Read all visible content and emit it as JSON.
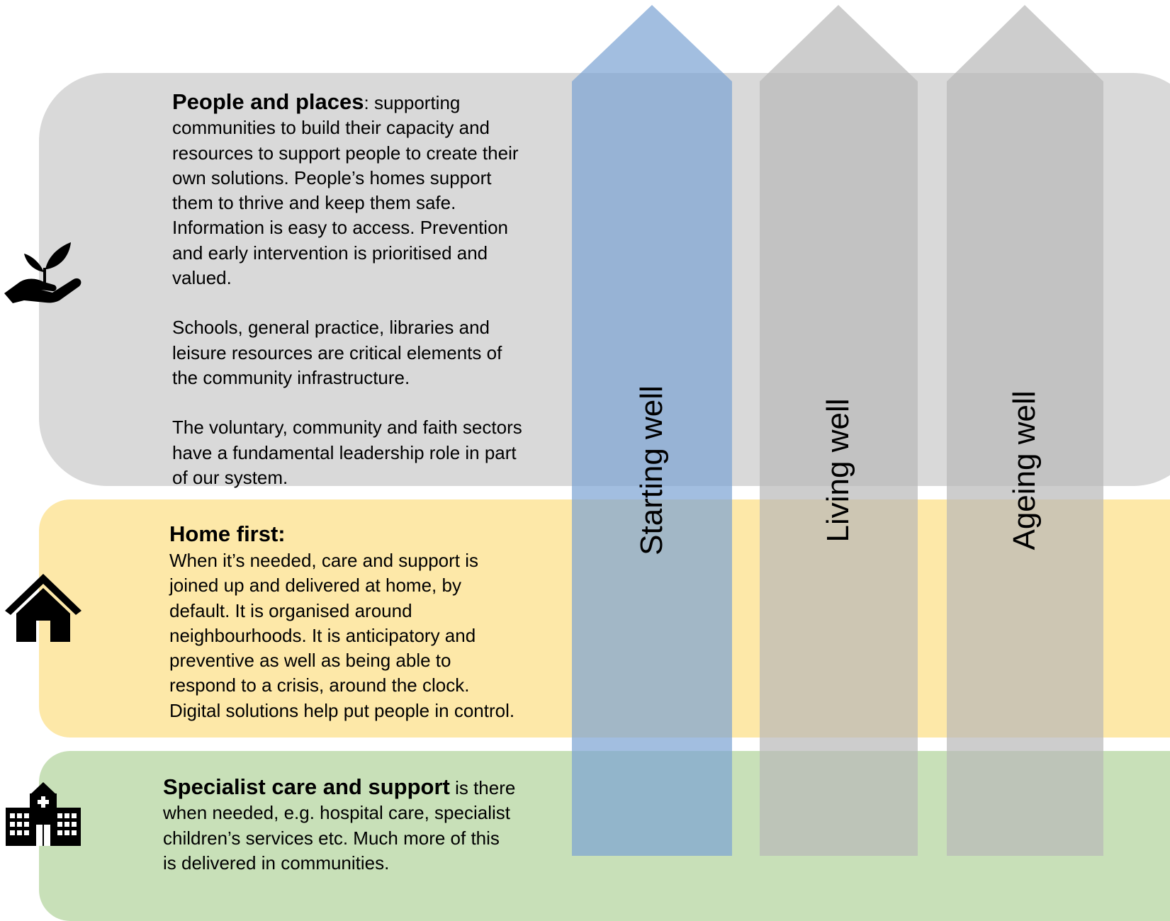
{
  "colors": {
    "people_band": "#d9d9d9",
    "home_band": "#fde8a8",
    "specialist_band": "#c8e0b8",
    "starting_arrow": "#7ba3d3",
    "grey_arrow": "#b8b8b8"
  },
  "sections": {
    "people": {
      "heading": "People and places",
      "lead_rest": ": supporting\ncommunities to build their capacity and\nresources to support people to create their\nown solutions.  People’s homes support\nthem to thrive and keep them safe.\nInformation is easy to access.  Prevention\nand early intervention is prioritised and\nvalued.",
      "para2": "Schools, general practice, libraries and\nleisure resources are critical elements of\nthe community infrastructure.",
      "para3": "The voluntary, community and faith sectors\nhave a fundamental leadership role in part\nof our system.",
      "icon": "hand-plant-icon"
    },
    "home": {
      "heading": "Home first:",
      "body": "When it’s needed, care and support is\njoined up and delivered at home, by\ndefault.  It is organised around\nneighbourhoods.  It is anticipatory and\npreventive as well as being able to\nrespond to a crisis, around the clock.\nDigital solutions help put people in control.",
      "icon": "house-icon"
    },
    "specialist": {
      "heading": "Specialist care and support",
      "body_first": "  is there",
      "body": "when needed, e.g. hospital care, specialist\nchildren’s services etc.  Much more of this\nis delivered in communities.",
      "icon": "hospital-icon"
    }
  },
  "arrows": [
    {
      "label": "Starting well",
      "color_key": "starting_arrow"
    },
    {
      "label": "Living well",
      "color_key": "grey_arrow"
    },
    {
      "label": "Ageing well",
      "color_key": "grey_arrow"
    }
  ]
}
